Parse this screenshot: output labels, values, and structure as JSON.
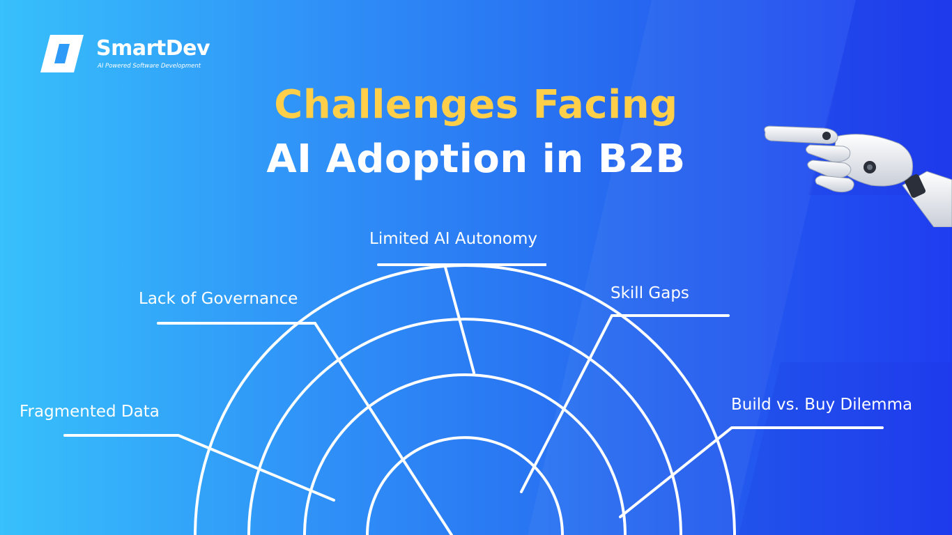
{
  "brand": {
    "name": "SmartDev",
    "tagline": "AI Powered Software Development",
    "logo_icon": "smartdev-logo-icon"
  },
  "title": {
    "line1": "Challenges Facing",
    "line2": "AI Adoption in B2B"
  },
  "colors": {
    "title_accent": "#ffcf4a",
    "title_main": "#ffffff",
    "background_start": "#37c0fb",
    "background_end": "#1f3df0",
    "lines": "#ffffff"
  },
  "diagram": {
    "challenges": [
      "Fragmented Data",
      "Lack of Governance",
      "Limited AI Autonomy",
      "Skill Gaps",
      "Build vs. Buy Dilemma"
    ]
  },
  "decoration": {
    "image": "robot-hand-pointing-icon"
  }
}
